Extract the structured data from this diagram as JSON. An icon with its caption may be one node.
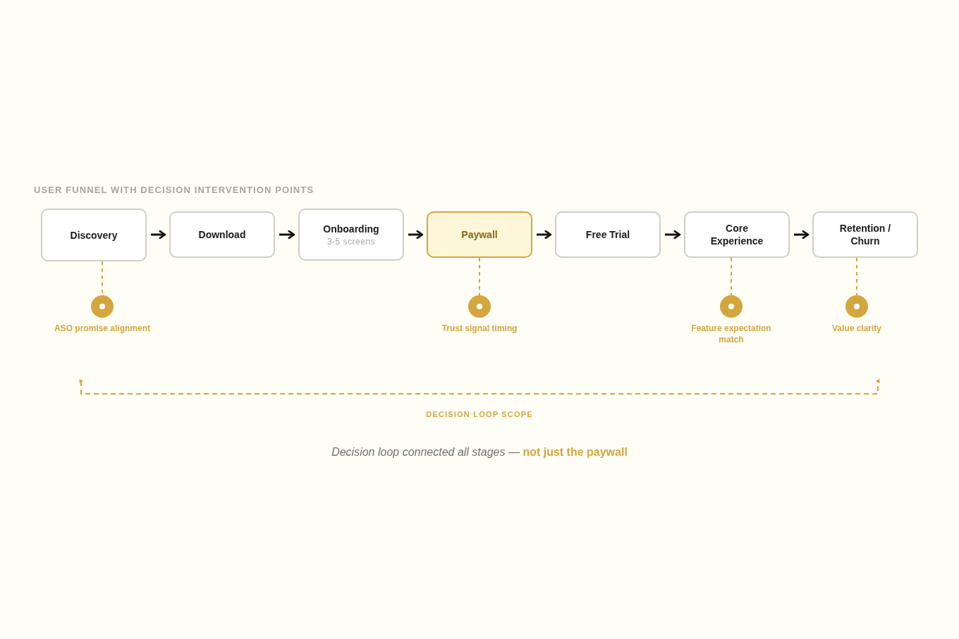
{
  "diagram": {
    "title": "USER FUNNEL WITH DECISION INTERVENTION POINTS",
    "caption": "*Decision loop connected all stages* — **not just the paywall**",
    "nodes": [
      {
        "text": [
          "Discovery"
        ]
      },
      {
        "text": [
          "Download"
        ]
      },
      {
        "text": [
          "Onboarding",
          "3-5 screens"
        ]
      },
      {
        "text": [
          "Paywall"
        ]
      },
      {
        "text": [
          "Free Trial"
        ]
      },
      {
        "text": [
          "Core Experience"
        ]
      },
      {
        "text": [
          "Retention / Churn"
        ]
      },
      {
        "text": [
          "ASO promise alignment"
        ]
      },
      {
        "text": [
          "Trust signal timing"
        ]
      },
      {
        "text": [
          "Feature expectation match"
        ]
      },
      {
        "text": [
          "Value clarity"
        ]
      }
    ],
    "edges": [
      {
        "from": 0,
        "to": 1,
        "arrow": "to"
      },
      {
        "from": 1,
        "to": 2,
        "arrow": "to"
      },
      {
        "from": 2,
        "to": 3,
        "arrow": "to"
      },
      {
        "from": 3,
        "to": 4,
        "arrow": "to"
      },
      {
        "from": 4,
        "to": 5,
        "arrow": "to"
      },
      {
        "from": 5,
        "to": 6,
        "arrow": "to"
      },
      {
        "from": 0,
        "to": 7,
        "arrow": "none",
        "style": "dashed",
        "color": "#d4a63e"
      },
      {
        "from": 3,
        "to": 8,
        "arrow": "none",
        "style": "dashed",
        "color": "#d4a63e"
      },
      {
        "from": 5,
        "to": 9,
        "arrow": "none",
        "style": "dashed",
        "color": "#d4a63e"
      },
      {
        "from": 6,
        "to": 10,
        "arrow": "none",
        "style": "dashed",
        "color": "#d4a63e"
      }
    ],
    "labels": [
      "DECISION LOOP SCOPE"
    ]
  }
}
